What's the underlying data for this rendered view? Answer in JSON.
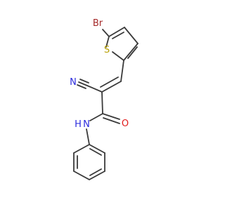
{
  "molecule": {
    "atoms": {
      "br": "Br",
      "s": "S",
      "n_nitrile": "N",
      "nh": "N",
      "h": "H",
      "o": "O"
    }
  },
  "colors": {
    "bond": "#3a3a3a",
    "bromine": "#a52a2a",
    "sulfur": "#b8a000",
    "nitrogen": "#2b2bdd",
    "oxygen": "#e21b1b",
    "background": "#ffffff"
  }
}
